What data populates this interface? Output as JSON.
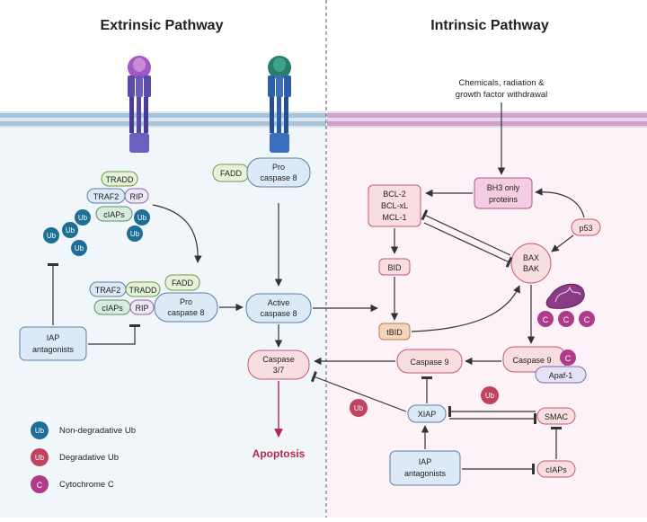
{
  "extrinsic": {
    "title": "Extrinsic Pathway",
    "tradd_top": "TRADD",
    "traf2_top": "TRAF2",
    "rip_top": "RIP",
    "ciaps_top": "cIAPs",
    "ub": "Ub",
    "traf2_bottom": "TRAF2",
    "tradd_bottom": "TRADD",
    "ciaps_bottom": "cIAPs",
    "rip_bottom": "RIP",
    "fadd_complex": "FADD",
    "pro_caspase8_complex": [
      "Pro",
      "caspase 8"
    ],
    "fadd_top": "FADD",
    "pro_caspase8_top": [
      "Pro",
      "caspase 8"
    ],
    "iap_antagonists": [
      "IAP",
      "antagonists"
    ],
    "active_caspase8": [
      "Active",
      "caspase 8"
    ],
    "caspase37": [
      "Caspase",
      "3/7"
    ],
    "apoptosis": "Apoptosis"
  },
  "intrinsic": {
    "title": "Intrinsic Pathway",
    "stimulus": [
      "Chemicals, radiation &",
      "growth factor withdrawal"
    ],
    "bh3": [
      "BH3 only",
      "proteins"
    ],
    "bcl": [
      "BCL-2",
      "BCL-xL",
      "MCL-1"
    ],
    "p53": "p53",
    "bax_bak": [
      "BAX",
      "BAK"
    ],
    "bid": "BID",
    "tbid": "tBID",
    "cyt_c": "C",
    "caspase9": "Caspase 9",
    "caspase9_complex": "Caspase 9",
    "apaf1": "Apaf-1",
    "ub_deg": "Ub",
    "xiap": "XIAP",
    "smac": "SMAC",
    "iap_antagonists": [
      "IAP",
      "antagonists"
    ],
    "ciaps": "cIAPs"
  },
  "legend": {
    "non_degradative": {
      "symbol": "Ub",
      "label": "Non-degradative Ub"
    },
    "degradative": {
      "symbol": "Ub",
      "label": "Degradative Ub"
    },
    "cytochrome": {
      "symbol": "C",
      "label": "Cytochrome C"
    }
  },
  "colors": {
    "ub_blue": "#1e6f96",
    "ub_red": "#c2435e",
    "cyto_magenta": "#b03a8a",
    "membrane_left": "#b5cfe0",
    "membrane_right": "#d4a5cf",
    "apoptosis": "#b3294a",
    "box_blue_fill": "#dce9f6",
    "box_red_fill": "#f8dde1",
    "box_pink_fill": "#f5cde2"
  }
}
